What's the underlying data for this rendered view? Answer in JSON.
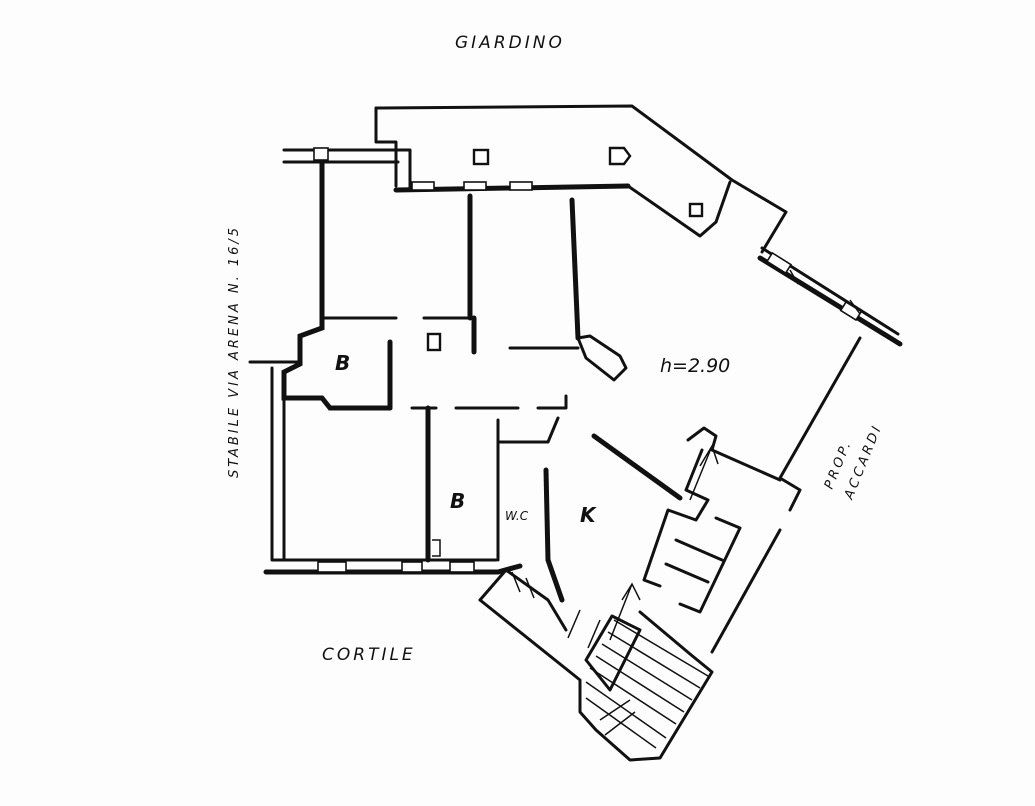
{
  "labels": {
    "garden": "GIARDINO",
    "courtyard": "CORTILE",
    "adjacent_building": "STABILE VIA ARENA N. 16/5",
    "neighbour_property_line1": "PROP.",
    "neighbour_property_line2": "ACCARDI",
    "ceiling_height": "h=2.90"
  },
  "rooms": {
    "bathroom_upper": "B",
    "bathroom_lower": "B",
    "toilet": "W.C",
    "kitchen": "K"
  }
}
